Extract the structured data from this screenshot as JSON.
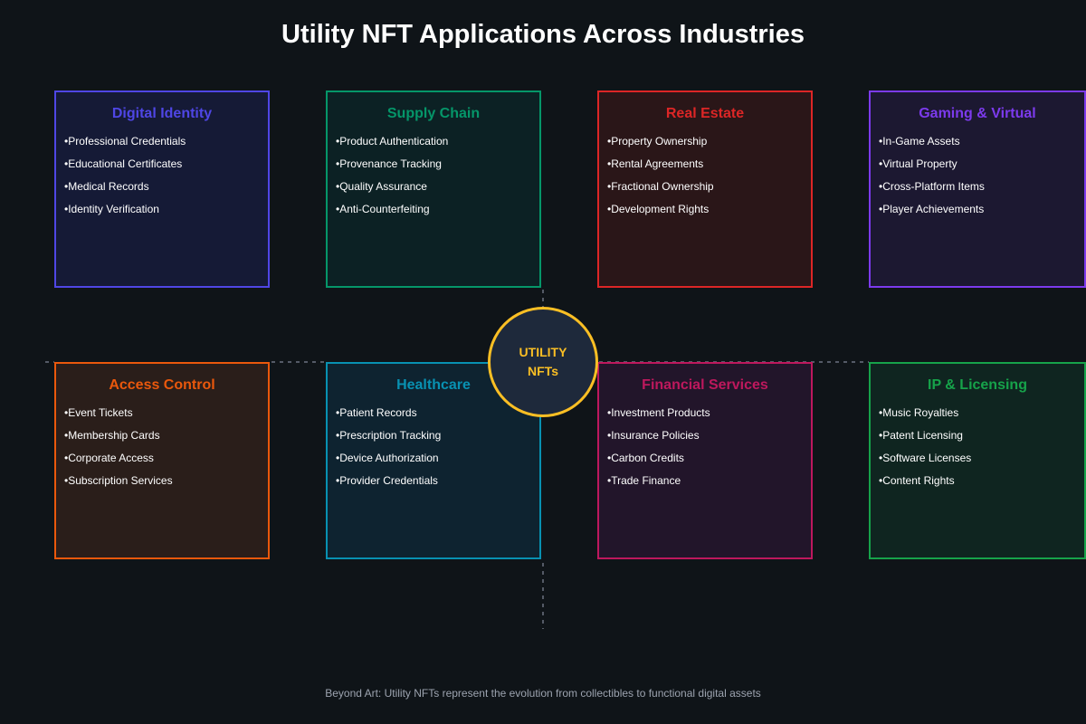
{
  "title": "Utility NFT Applications Across Industries",
  "hub": {
    "line1": "UTILITY",
    "line2": "NFTs",
    "color": "#fbbf24"
  },
  "cards": [
    {
      "title": "Digital Identity",
      "color": "#4f46e5",
      "bg": "#151a36",
      "items": [
        "Professional Credentials",
        "Educational Certificates",
        "Medical Records",
        "Identity Verification"
      ]
    },
    {
      "title": "Supply Chain",
      "color": "#059669",
      "bg": "#0c2124",
      "items": [
        "Product Authentication",
        "Provenance Tracking",
        "Quality Assurance",
        "Anti-Counterfeiting"
      ]
    },
    {
      "title": "Real Estate",
      "color": "#dc2626",
      "bg": "#2a1618",
      "items": [
        "Property Ownership",
        "Rental Agreements",
        "Fractional Ownership",
        "Development Rights"
      ]
    },
    {
      "title": "Gaming & Virtual",
      "color": "#7c3aed",
      "bg": "#1c1831",
      "items": [
        "In-Game Assets",
        "Virtual Property",
        "Cross-Platform Items",
        "Player Achievements"
      ]
    },
    {
      "title": "Access Control",
      "color": "#ea580c",
      "bg": "#2a1e1a",
      "items": [
        "Event Tickets",
        "Membership Cards",
        "Corporate Access",
        "Subscription Services"
      ]
    },
    {
      "title": "Healthcare",
      "color": "#0891b2",
      "bg": "#0e2330",
      "items": [
        "Patient Records",
        "Prescription Tracking",
        "Device Authorization",
        "Provider Credentials"
      ]
    },
    {
      "title": "Financial Services",
      "color": "#be185d",
      "bg": "#22152a",
      "items": [
        "Investment Products",
        "Insurance Policies",
        "Carbon Credits",
        "Trade Finance"
      ]
    },
    {
      "title": "IP & Licensing",
      "color": "#16a34a",
      "bg": "#0f2520",
      "items": [
        "Music Royalties",
        "Patent Licensing",
        "Software Licenses",
        "Content Rights"
      ]
    }
  ],
  "footer": "Beyond Art: Utility NFTs represent the evolution from collectibles to functional digital assets"
}
